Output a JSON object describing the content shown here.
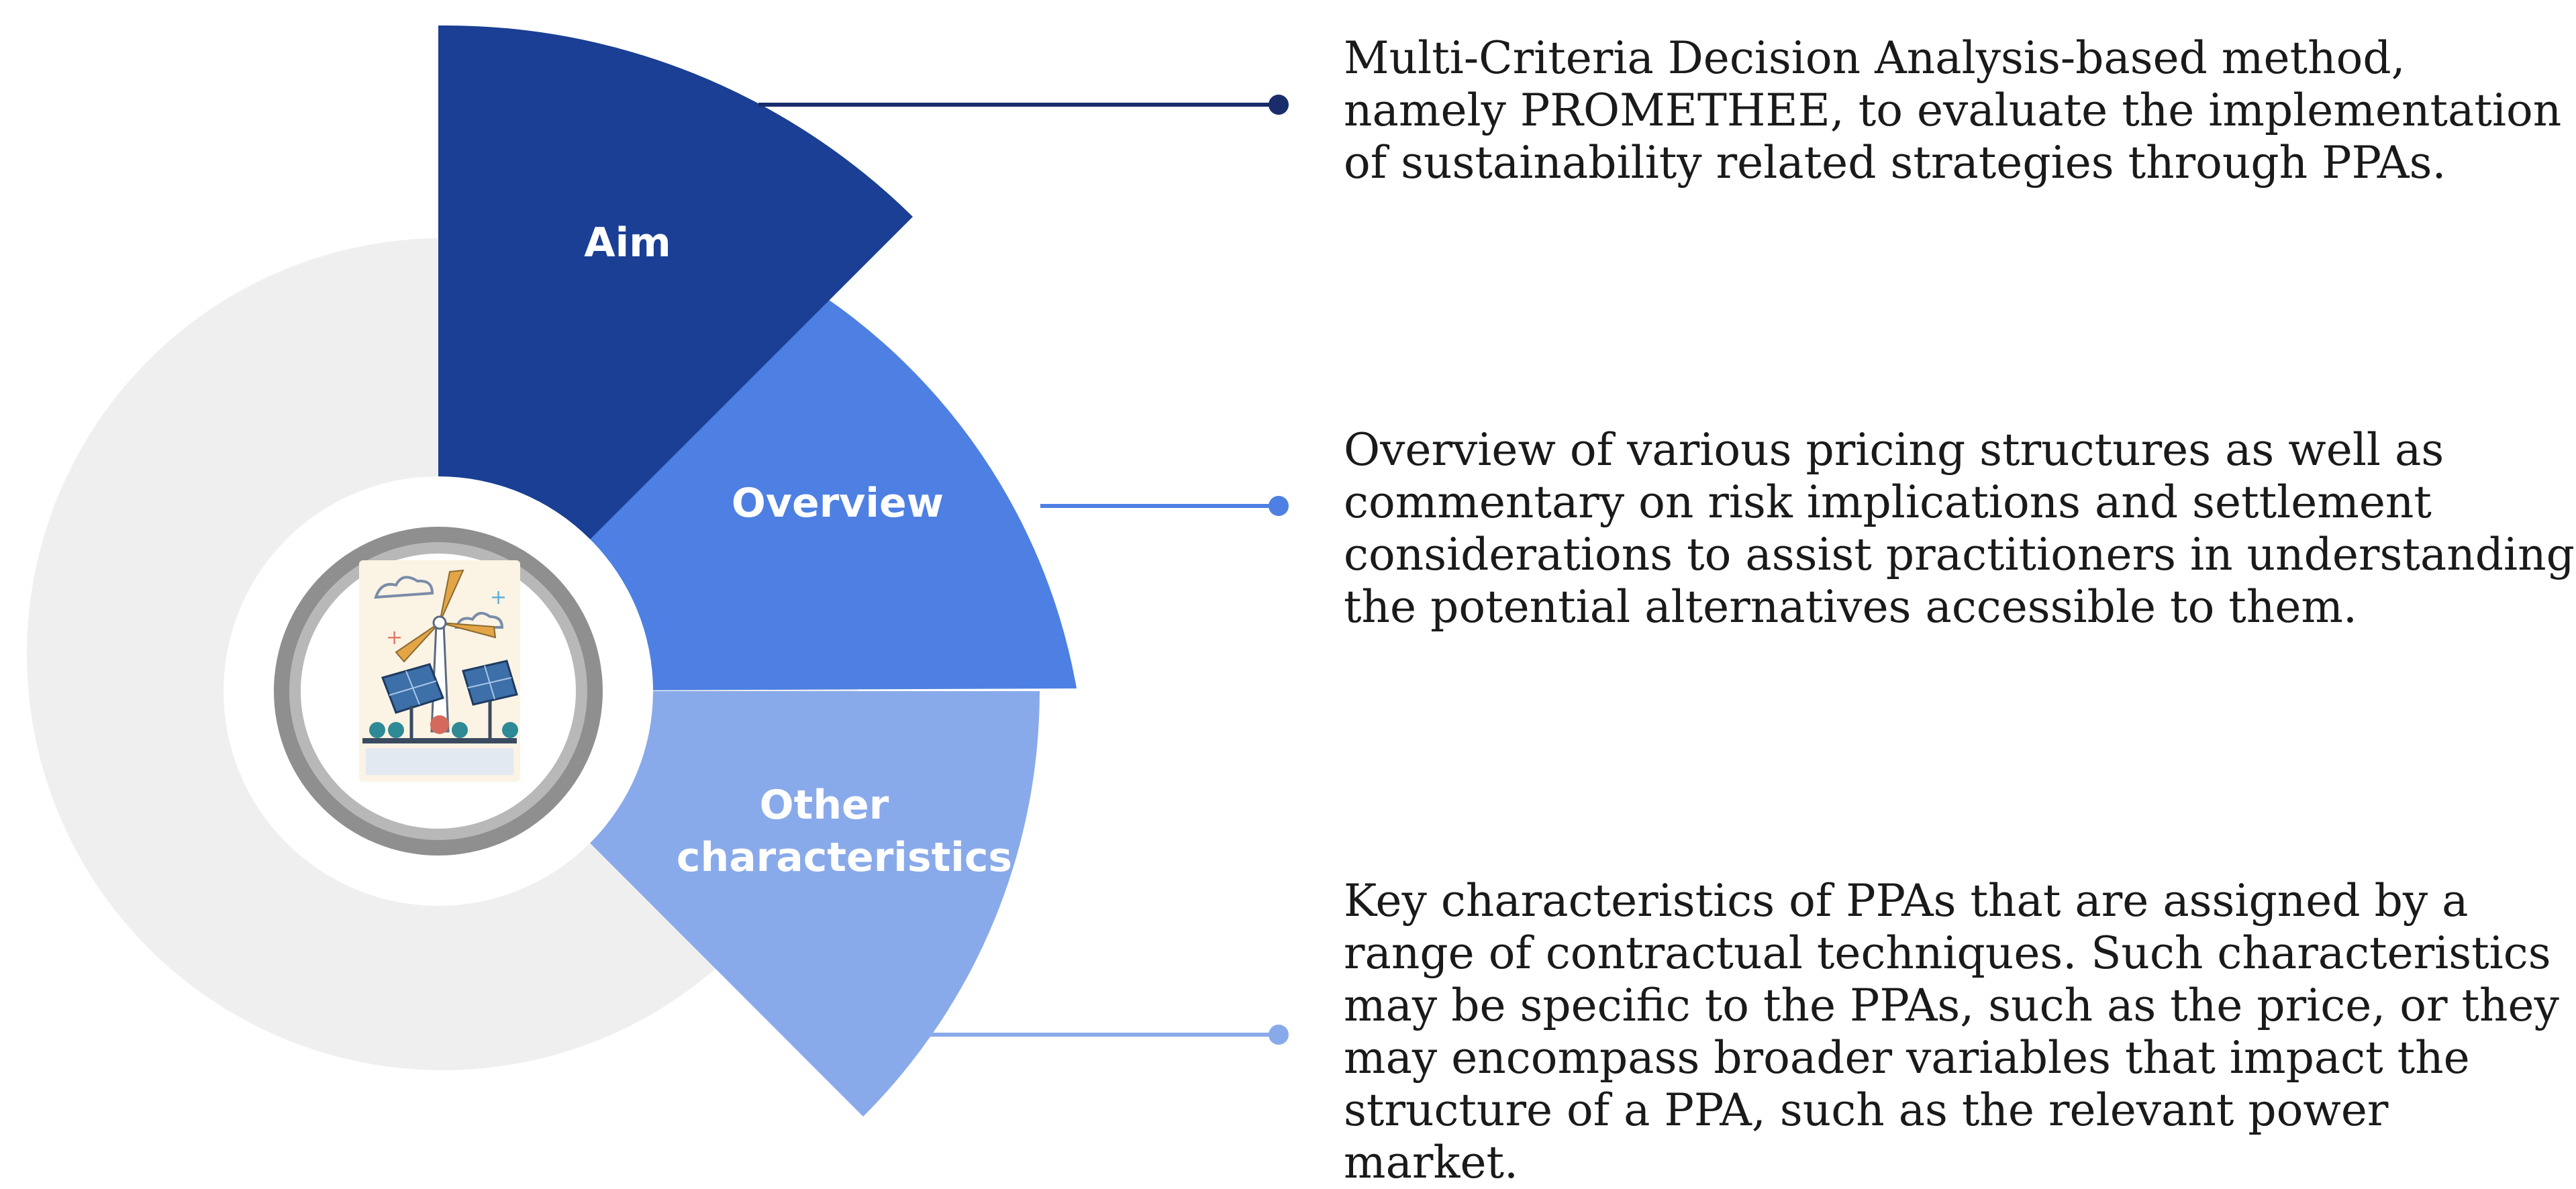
{
  "segments": [
    {
      "id": "aim",
      "label": "Aim",
      "color": "#1a3f94",
      "description": "Multi-Criteria Decision Analysis-based method, namely PROMETHEE, to evaluate the implementation of sustainability related strategies through PPAs."
    },
    {
      "id": "overview",
      "label": "Overview",
      "color": "#4d80e2",
      "description": "Overview of various pricing structures as well as commentary on risk implications and settlement considerations to assist practitioners in understanding the potential alternatives accessible to them."
    },
    {
      "id": "other",
      "label_line1": "Other",
      "label_line2": "characteristics",
      "color": "#89aaea",
      "description": "Key characteristics of PPAs that are assigned by a range of contractual techniques. Such characteristics may be specific to the PPAs, such as the price, or they may encompass broader variables that impact the structure of a PPA, such as the relevant power market."
    }
  ],
  "colors": {
    "background_circle": "#efefef",
    "ring_outer": "#8f8f8f",
    "ring_inner": "#b8b8b8",
    "connector_aim": "#1a2d6b",
    "connector_overview": "#4d80e2",
    "connector_other": "#89aaea"
  },
  "center_icon": "wind-turbine-solar-panel-icon"
}
